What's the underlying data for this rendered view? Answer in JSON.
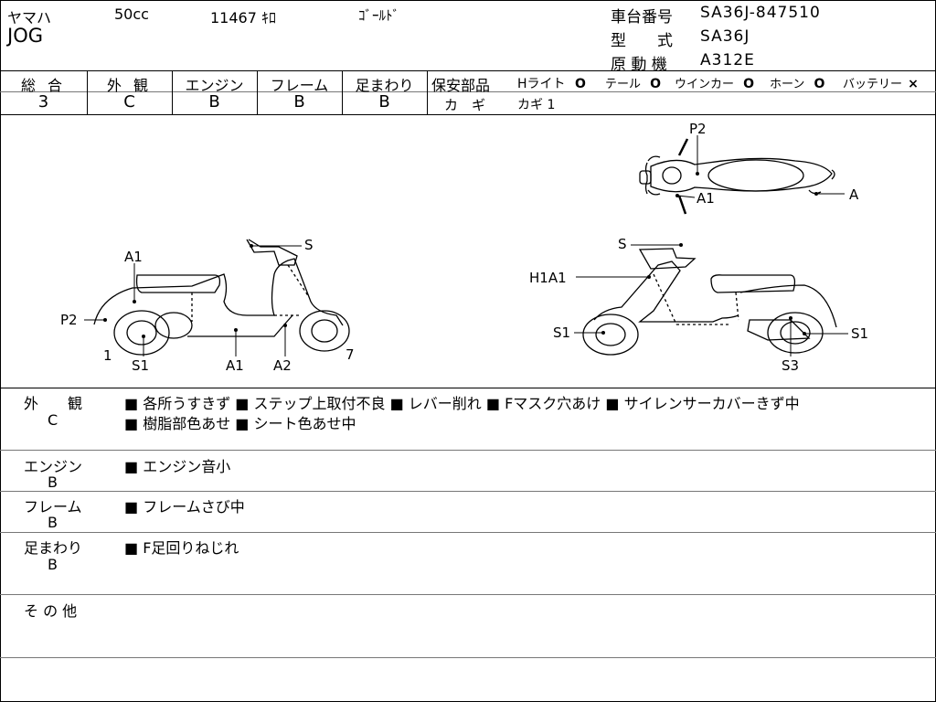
{
  "header": {
    "maker": "ヤマハ",
    "displacement": "50cc",
    "mileage": "11467 ｷﾛ",
    "color": "ｺﾞｰﾙﾄﾞ",
    "model": "JOG",
    "frame_no_label": "車台番号",
    "frame_no": "SA36J-847510",
    "type_label": "型　　式",
    "type": "SA36J",
    "engine_label": "原 動 機",
    "engine": "A312E"
  },
  "ratings": {
    "overall_label": "総 合",
    "overall": "3",
    "exterior_label": "外 観",
    "exterior": "C",
    "engine_label": "エンジン",
    "engine": "B",
    "frame_label": "フレーム",
    "frame": "B",
    "suspension_label": "足まわり",
    "suspension": "B"
  },
  "safety": {
    "label": "保安部品",
    "items": [
      {
        "name": "Hライト",
        "mark": "O"
      },
      {
        "name": "テール",
        "mark": "O"
      },
      {
        "name": "ウインカー",
        "mark": "O"
      },
      {
        "name": "ホーン",
        "mark": "O"
      },
      {
        "name": "バッテリー",
        "mark": "×"
      }
    ],
    "key_label": "カ　ギ",
    "key_value": "カギ 1"
  },
  "diagram_labels": {
    "top_p2": "P2",
    "top_a1": "A1",
    "top_a": "A",
    "left_s": "S",
    "left_a1_top": "A1",
    "left_p2": "P2",
    "left_1": "1",
    "left_s1": "S1",
    "left_a1_bottom": "A1",
    "left_a2": "A2",
    "left_7": "7",
    "right_s": "S",
    "right_h1a1": "H1A1",
    "right_s1_left": "S1",
    "right_s1_right": "S1",
    "right_s3": "S3"
  },
  "notes": [
    {
      "label": "外　　観",
      "grade": "C",
      "lines": [
        "■ 各所うすきず ■ ステップ上取付不良 ■ レバー削れ ■ Fマスク穴あけ ■ サイレンサーカバーきず中",
        "■ 樹脂部色あせ ■ シート色あせ中"
      ]
    },
    {
      "label": "エンジン",
      "grade": "B",
      "lines": [
        "■ エンジン音小"
      ]
    },
    {
      "label": "フレーム",
      "grade": "B",
      "lines": [
        "■ フレームさび中"
      ]
    },
    {
      "label": "足まわり",
      "grade": "B",
      "lines": [
        "■ F足回りねじれ"
      ]
    },
    {
      "label": "そ の 他",
      "grade": "",
      "lines": []
    }
  ]
}
